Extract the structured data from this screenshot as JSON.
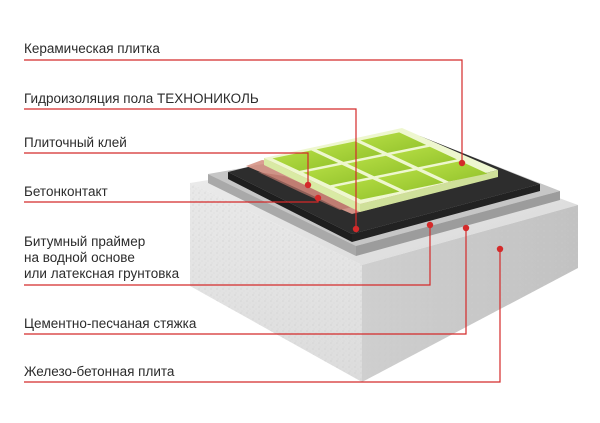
{
  "labels": [
    {
      "text": "Керамическая плитка"
    },
    {
      "text": "Гидроизоляция пола ТЕХНОНИКОЛЬ"
    },
    {
      "text": "Плиточный клей"
    },
    {
      "text": "Бетонконтакт"
    },
    {
      "lines": [
        "Битумный праймер",
        "на водной основе",
        "или латексная грунтовка"
      ]
    },
    {
      "text": "Цементно-песчаная стяжка"
    },
    {
      "text": "Железо-бетонная плита"
    }
  ],
  "colors": {
    "leader": "#d42a2a",
    "tile": "#a8d438",
    "tile_grout": "#e8f5c0",
    "waterproofing": "#2a2a2a",
    "adhesive": "#d99a8f",
    "screed": "#b9b9b9",
    "slab": "#e6e6e6"
  }
}
